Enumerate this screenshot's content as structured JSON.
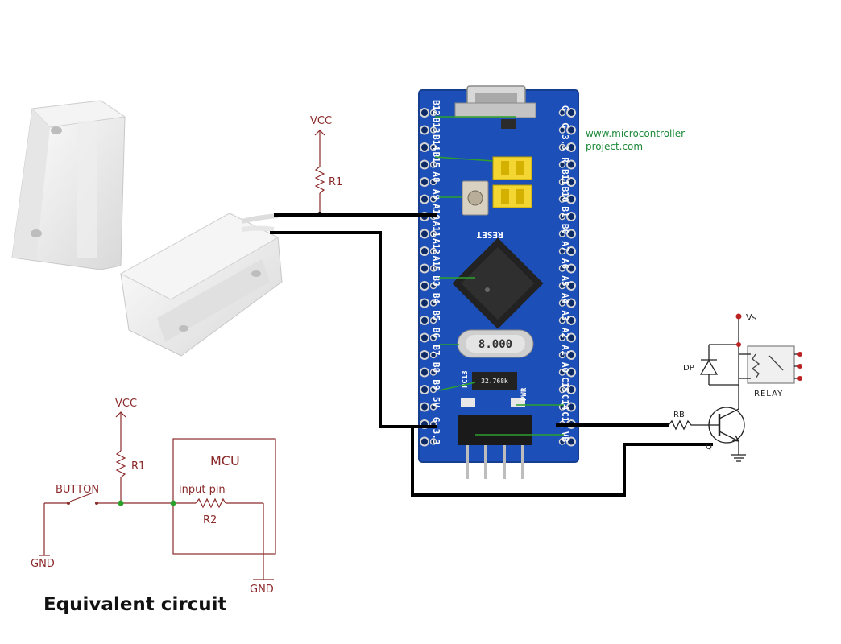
{
  "watermark": {
    "line1": "www.microcontroller-",
    "line2": "project.com"
  },
  "reed_switch_circuit": {
    "vcc": "VCC",
    "r1": "R1"
  },
  "board": {
    "left_pins": [
      "B12",
      "B13",
      "B14",
      "B15",
      "A8",
      "A9",
      "A10",
      "A11",
      "A12",
      "A15",
      "B3",
      "B4",
      "B5",
      "B6",
      "B7",
      "B8",
      "B9",
      "5V",
      "G",
      "3.3"
    ],
    "right_pins": [
      "G",
      "G",
      "3.3",
      "R",
      "B11",
      "B10",
      "B1",
      "B0",
      "A7",
      "A6",
      "A5",
      "A4",
      "A3",
      "A2",
      "A1",
      "A0",
      "C15",
      "C14",
      "C13",
      "VB"
    ],
    "reset_label": "RESET",
    "crystal_label": "8.000",
    "small_crystal_label": "32.768k",
    "pwr_label": "PWR",
    "pc13_label": "PC13"
  },
  "relay_circuit": {
    "vs": "Vs",
    "dp": "DP",
    "relay": "RELAY",
    "rb": "RB",
    "q": "Q"
  },
  "equivalent": {
    "vcc": "VCC",
    "r1": "R1",
    "button": "BUTTON",
    "mcu": "MCU",
    "input_pin": "input pin",
    "r2": "R2",
    "gnd_left": "GND",
    "gnd_right": "GND"
  },
  "caption": "Equivalent circuit",
  "colors": {
    "board_blue": "#1d4fb8",
    "schematic_red": "#8b2a2a",
    "wire": "#000000",
    "leader_green": "#2ca02c",
    "jumper_yellow": "#f3d631"
  }
}
